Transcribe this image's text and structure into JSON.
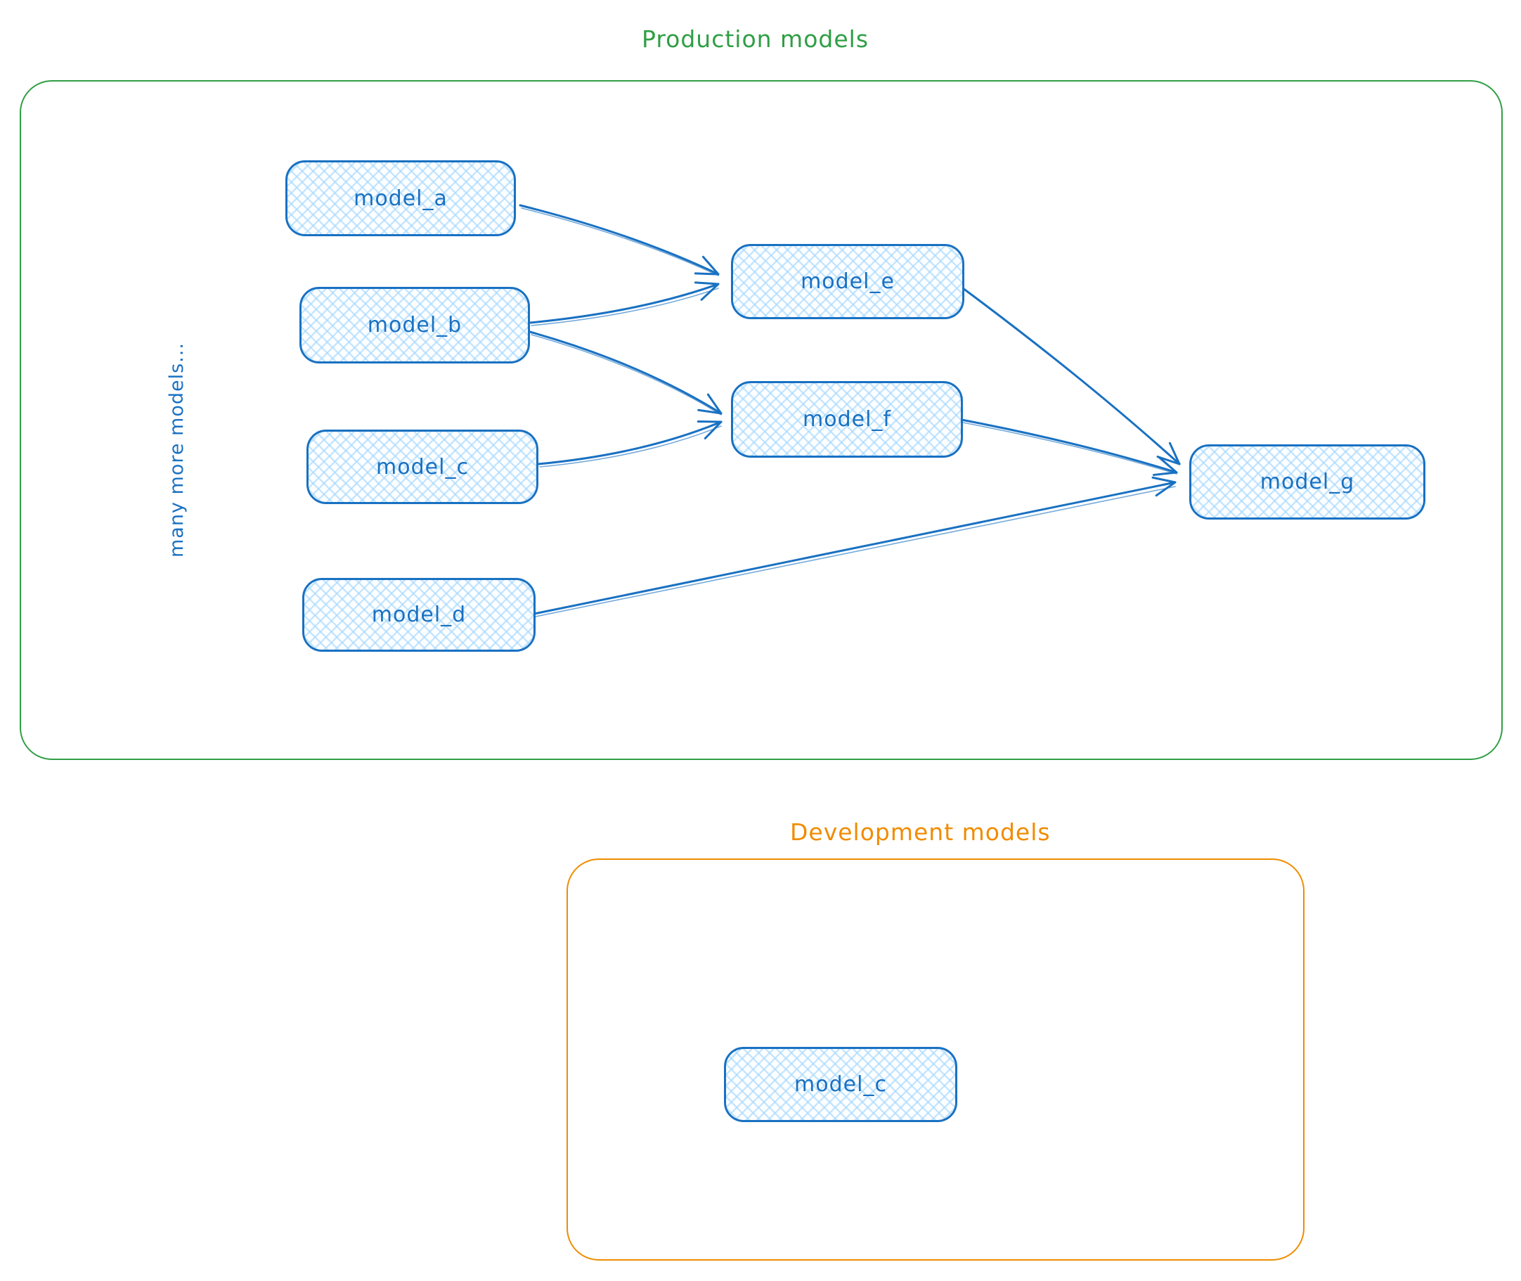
{
  "diagram": {
    "production": {
      "title": "Production models",
      "side_label": "many more models...",
      "nodes": {
        "model_a": {
          "label": "model_a"
        },
        "model_b": {
          "label": "model_b"
        },
        "model_c": {
          "label": "model_c"
        },
        "model_d": {
          "label": "model_d"
        },
        "model_e": {
          "label": "model_e"
        },
        "model_f": {
          "label": "model_f"
        },
        "model_g": {
          "label": "model_g"
        }
      },
      "edges": [
        {
          "from": "model_a",
          "to": "model_e"
        },
        {
          "from": "model_b",
          "to": "model_e"
        },
        {
          "from": "model_b",
          "to": "model_f"
        },
        {
          "from": "model_c",
          "to": "model_f"
        },
        {
          "from": "model_d",
          "to": "model_g"
        },
        {
          "from": "model_e",
          "to": "model_g"
        },
        {
          "from": "model_f",
          "to": "model_g"
        }
      ]
    },
    "development": {
      "title": "Development models",
      "nodes": {
        "model_c": {
          "label": "model_c"
        }
      }
    },
    "colors": {
      "node_stroke": "#1971c2",
      "node_fill_hatch": "#a5d8ff",
      "production_border": "#2f9e44",
      "development_border": "#f08c00"
    }
  }
}
